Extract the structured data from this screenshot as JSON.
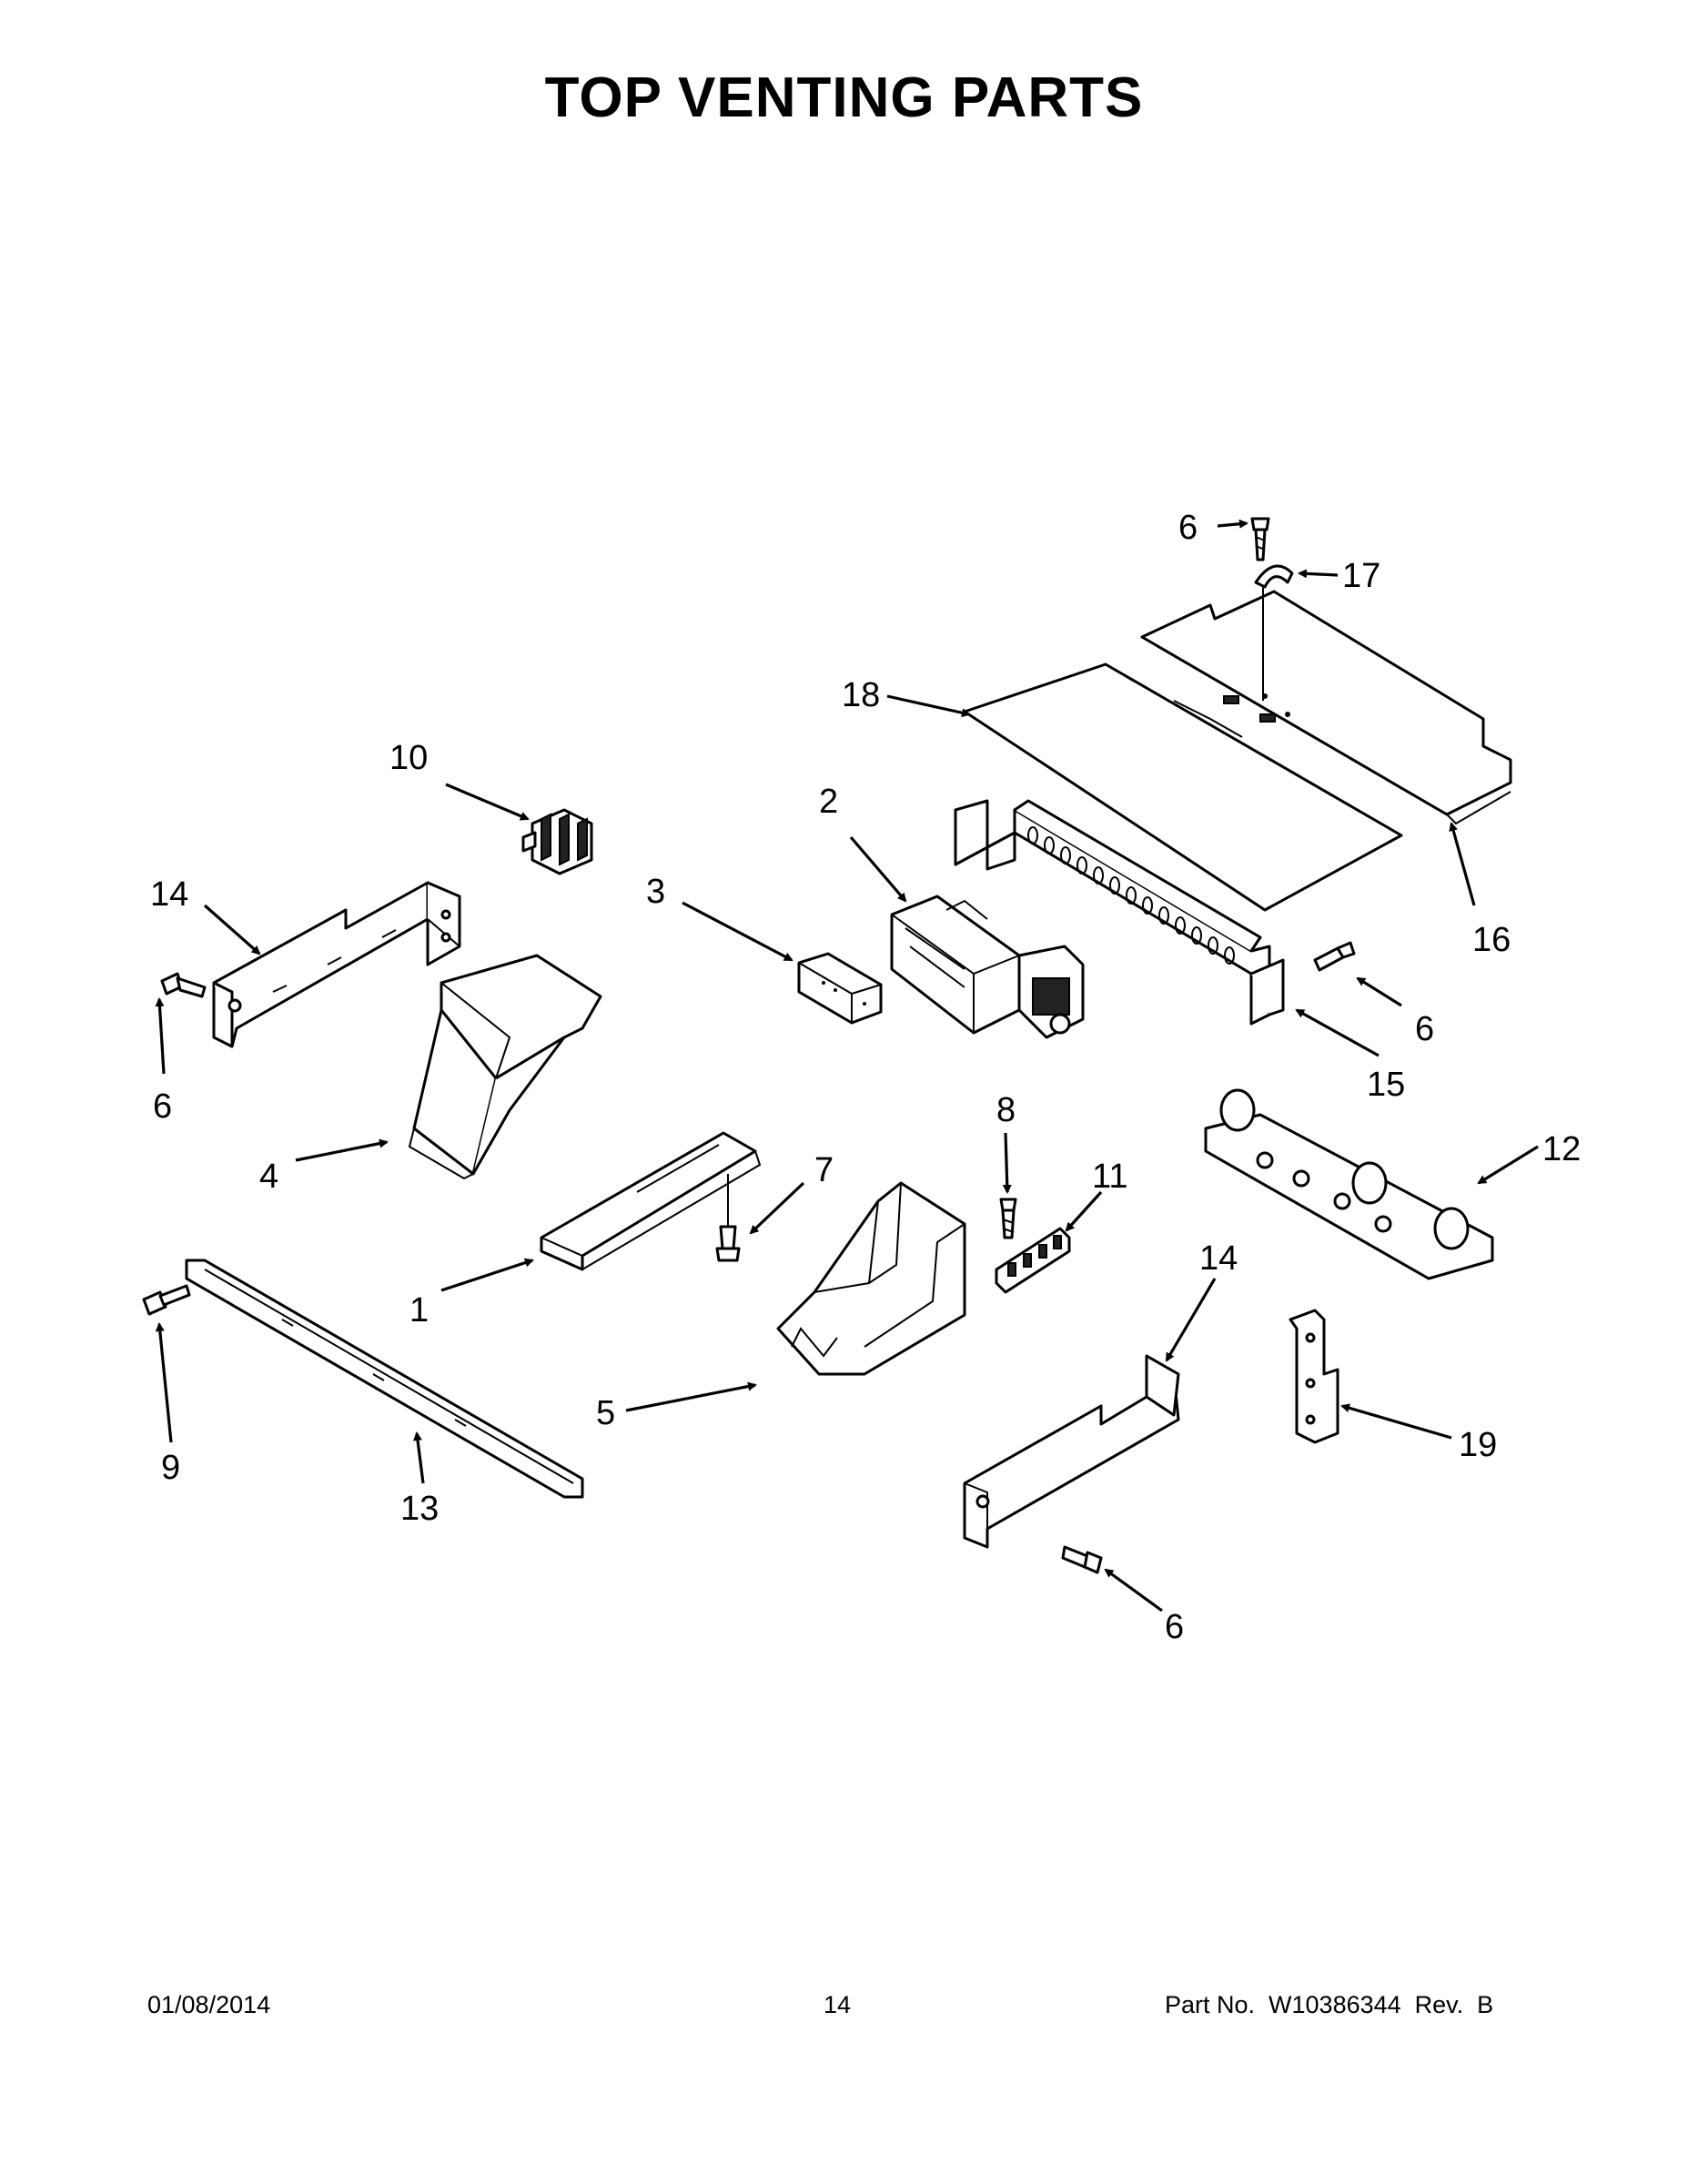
{
  "title": "TOP VENTING PARTS",
  "callouts": {
    "c1": "1",
    "c2": "2",
    "c3": "3",
    "c4": "4",
    "c5": "5",
    "c6a": "6",
    "c6b": "6",
    "c6c": "6",
    "c6d": "6",
    "c7": "7",
    "c8": "8",
    "c9": "9",
    "c10": "10",
    "c11": "11",
    "c12": "12",
    "c13": "13",
    "c14a": "14",
    "c14b": "14",
    "c15": "15",
    "c16": "16",
    "c17": "17",
    "c18": "18",
    "c19": "19"
  },
  "footer": {
    "date": "01/08/2014",
    "page": "14",
    "part_no": "Part No.  W10386344  Rev.  B"
  }
}
